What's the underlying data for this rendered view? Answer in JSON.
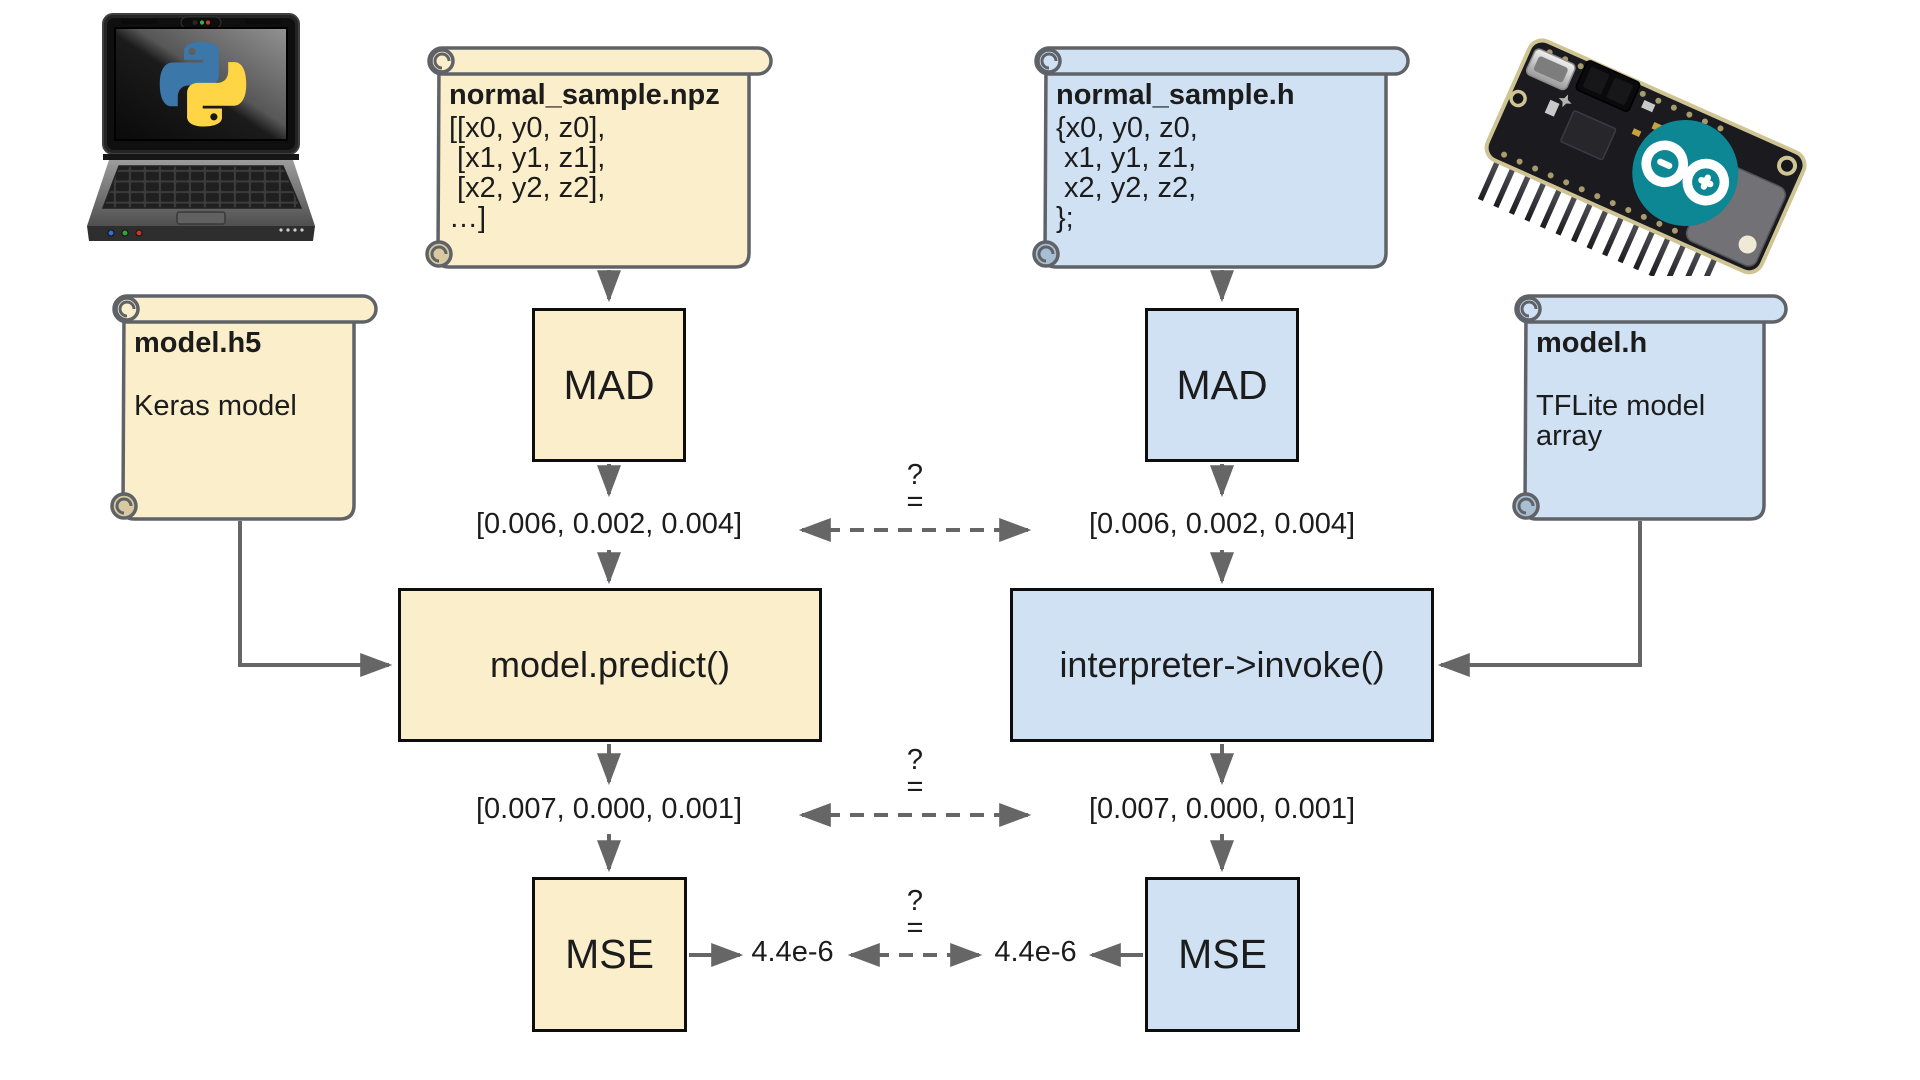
{
  "colors": {
    "yellow": "#fbeecb",
    "yellow_shade": "#d8c9a0",
    "blue": "#cfe1f2",
    "blue_shade": "#a9bed3",
    "stroke": "#5f6368",
    "arrow": "#666666",
    "box_border": "#0d0d0d",
    "text": "#1c1c1c",
    "python_blue": "#3b77a9",
    "python_yellow": "#ffd545",
    "arduino_teal": "#0e8794"
  },
  "left_column": {
    "sample_scroll": {
      "title": "normal_sample.npz",
      "lines": [
        "[[x0, y0, z0],",
        " [x1, y1, z1],",
        " [x2, y2, z2],",
        "…]"
      ]
    },
    "model_scroll": {
      "title": "model.h5",
      "lines": [
        "",
        "Keras model"
      ]
    },
    "mad_label": "MAD",
    "mad_output": "[0.006, 0.002, 0.004]",
    "process_label": "model.predict()",
    "process_output": "[0.007, 0.000, 0.001]",
    "mse_label": "MSE",
    "mse_output": "4.4e-6"
  },
  "right_column": {
    "sample_scroll": {
      "title": "normal_sample.h",
      "lines": [
        "{x0, y0, z0,",
        " x1, y1, z1,",
        " x2, y2, z2,",
        "};"
      ]
    },
    "model_scroll": {
      "title": "model.h",
      "lines": [
        "",
        "TFLite model",
        "array"
      ]
    },
    "mad_label": "MAD",
    "mad_output": "[0.006, 0.002, 0.004]",
    "process_label": "interpreter->invoke()",
    "process_output": "[0.007, 0.000, 0.001]",
    "mse_label": "MSE",
    "mse_output": "4.4e-6"
  },
  "comparison": {
    "question_mark": "?",
    "equals_sign": "="
  }
}
